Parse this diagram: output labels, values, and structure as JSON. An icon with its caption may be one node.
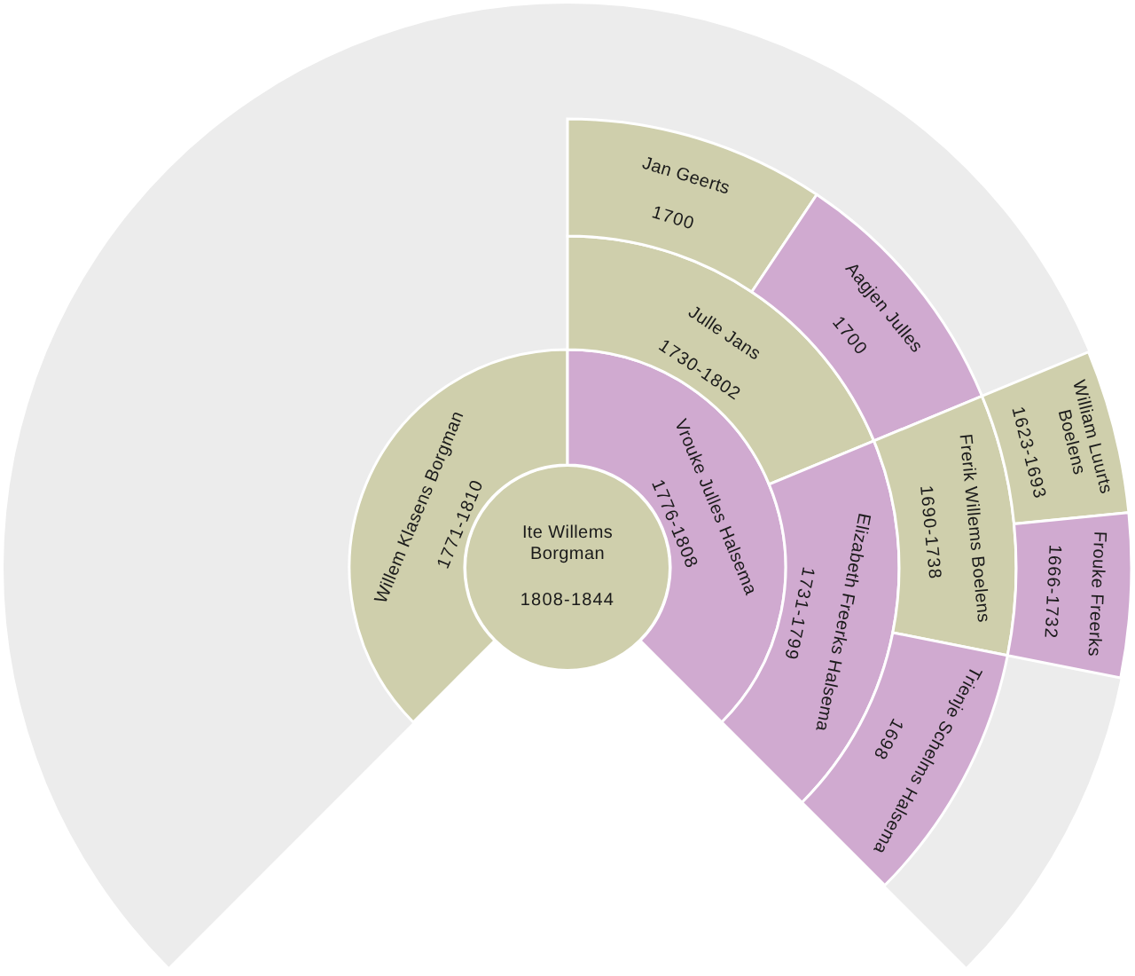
{
  "diagram": {
    "nodes": [
      {
        "text": [
          "Ite Willems Borgman",
          "1808-1844"
        ]
      },
      {
        "text": [
          "Willem Klasens Borgman",
          "1771-1810"
        ]
      },
      {
        "text": [
          "Vrouke Julles Halsema",
          "1776-1808"
        ]
      },
      {
        "text": [
          "Julle Jans",
          "1730-1802"
        ]
      },
      {
        "text": [
          "Elizabeth Freerks Halsema",
          "1731-1799"
        ]
      },
      {
        "text": [
          "Jan Geerts",
          "1700"
        ]
      },
      {
        "text": [
          "Aagjen Julles",
          "1700"
        ]
      },
      {
        "text": [
          "Frerik Willems Boelens",
          "1690-1738"
        ]
      },
      {
        "text": [
          "Trienje Schelms Halsema",
          "1698"
        ]
      },
      {
        "text": [
          "William Luurts Boelens",
          "1623-1693"
        ]
      },
      {
        "text": [
          "Frouke Freerks",
          "1666-1732"
        ]
      }
    ]
  }
}
